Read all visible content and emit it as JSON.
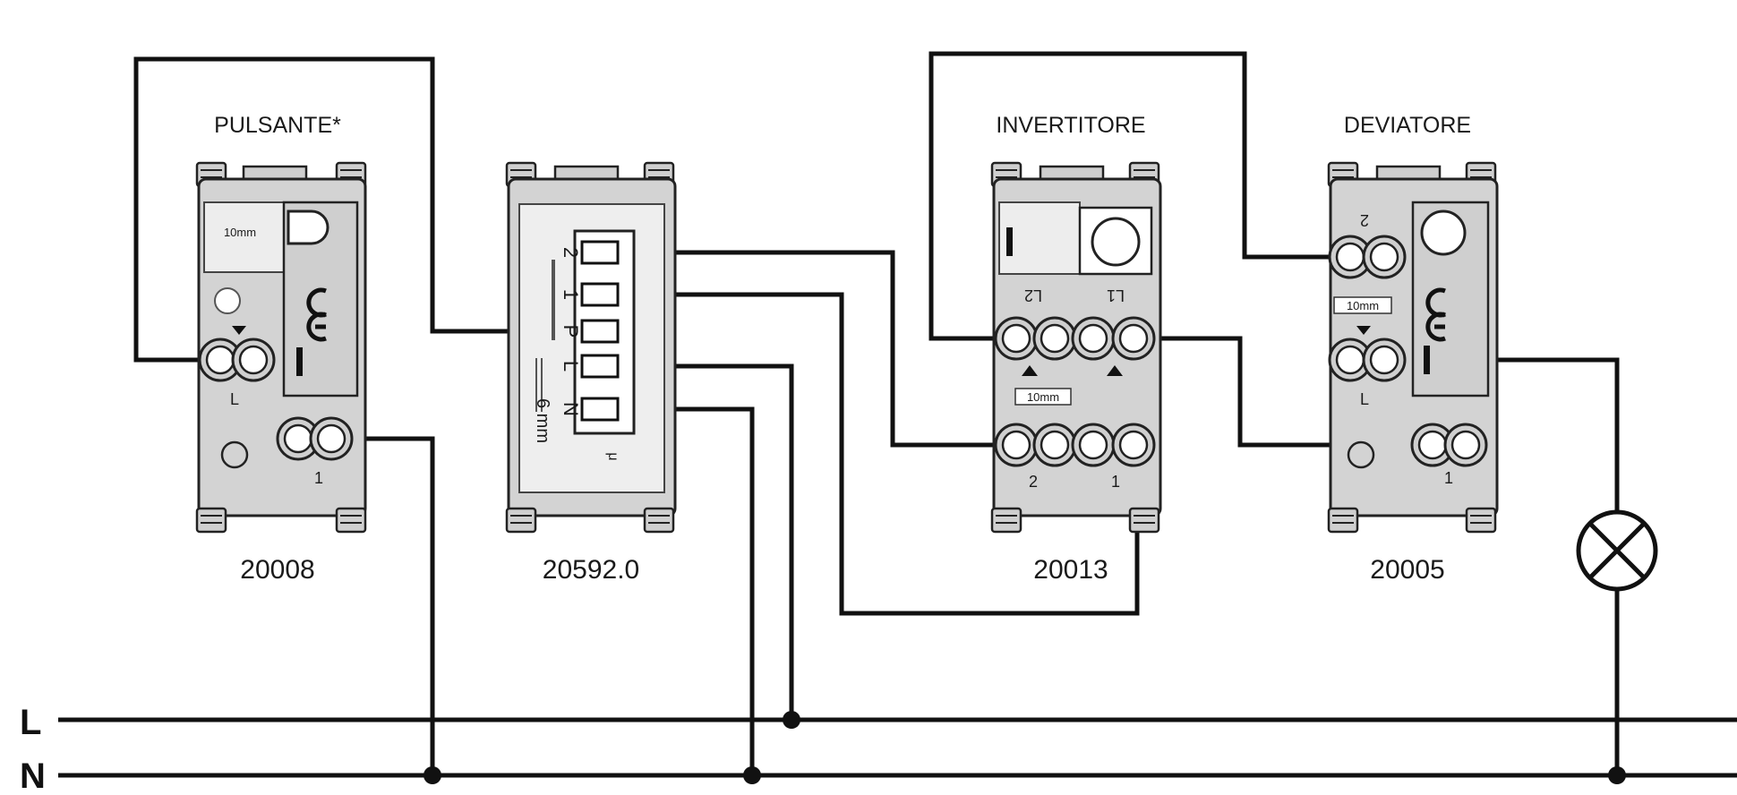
{
  "modules": [
    {
      "code": "20008",
      "title": "PULSANTE*",
      "term_top": "L",
      "term_bottom": "1",
      "strip": "10mm"
    },
    {
      "code": "20592.0",
      "title": "",
      "terms": [
        "2",
        "1",
        "P",
        "L",
        "N"
      ],
      "strip": "6 mm",
      "mu": "μ"
    },
    {
      "code": "20013",
      "title": "INVERTITORE",
      "term_top_left": "L2",
      "term_top_right": "L1",
      "strip": "10mm",
      "term_bottom_left": "2",
      "term_bottom_right": "1"
    },
    {
      "code": "20005",
      "title": "DEVIATORE",
      "term_top": "2",
      "strip": "10mm",
      "term_mid": "L",
      "term_bottom": "1"
    }
  ],
  "bus": {
    "line": "L",
    "neutral": "N"
  }
}
